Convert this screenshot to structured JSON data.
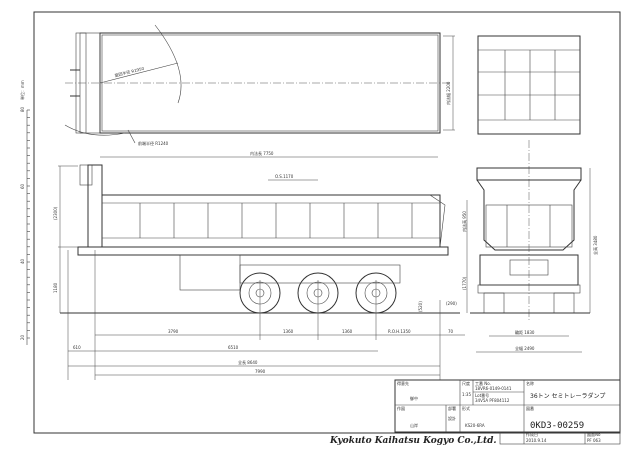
{
  "plan_view": {
    "radius_outer": "旋回半径 R1950",
    "radius_inner": "前端半径 R1240",
    "inner_width": "内法幅 2200"
  },
  "side_view": {
    "inner_length": "内法長 7750",
    "os": "O.S.1170",
    "body_height": "(2300)",
    "frame_height": "1180",
    "dims_row1": [
      "3790",
      "1360",
      "1360",
      "R.O.H.1350",
      "70"
    ],
    "front_overhang": "610",
    "wheelbase": "6510",
    "overall_length": "全長 8640",
    "length_7990": "7990",
    "rear_clear": "(520)"
  },
  "rear_view": {
    "inner_height": "内法高 950",
    "height_1770": "(1770)",
    "rear_290": "(290)",
    "overall_height": "全高 3480",
    "track": "輪距 1830",
    "overall_width": "全幅 2490"
  },
  "scale_ruler": {
    "unit": "単位：mm",
    "ticks": [
      "80",
      "60",
      "40",
      "20"
    ]
  },
  "title_block": {
    "customer_label": "得意先",
    "customer": "御中",
    "scale_label": "尺度",
    "scale": "1:35",
    "work_no_label": "工番 No.",
    "work_no": "18VR6-0149-0141",
    "lot_label": "Lot番号",
    "lot": "34V5A PF804112",
    "name_label": "名称",
    "name": "36トン セミトレーラダンプ",
    "designer_label": "作図",
    "designer": "山岸",
    "dept_label": "部署",
    "dept": "設計",
    "model_label": "形式",
    "model": "KS20-6RA",
    "drawing_no_label": "図番",
    "drawing_no": "0KD3-00259",
    "date_label": "作成日",
    "date": "2010.9.14",
    "sheet_label": "図面No",
    "sheet": "PF 063"
  },
  "company": "Kyokuto Kaihatsu Kogyo Co.,Ltd."
}
